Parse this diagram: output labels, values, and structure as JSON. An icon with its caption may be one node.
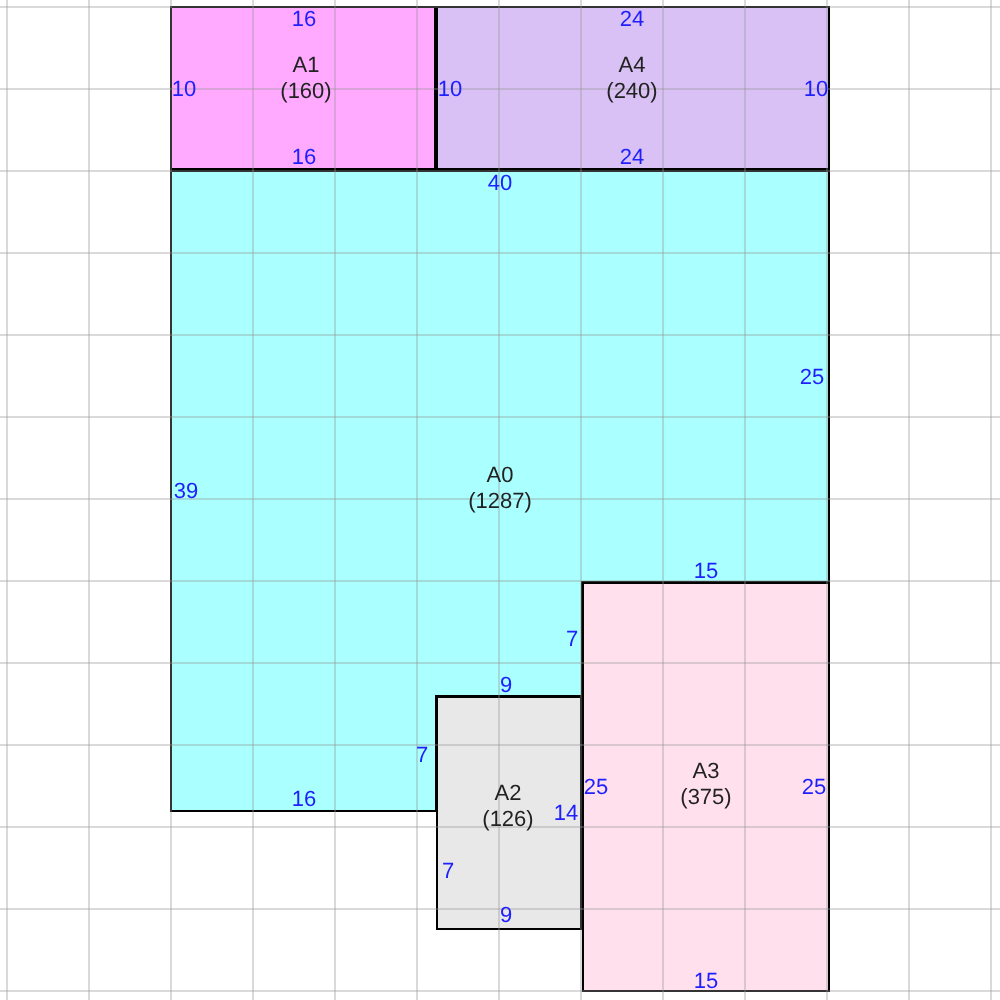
{
  "diagram": {
    "nodes": [
      {
        "text": [
          "A1",
          "(160)",
          "16",
          "10",
          "16"
        ]
      },
      {
        "text": [
          "A4",
          "(240)",
          "24",
          "10",
          "24",
          "10"
        ]
      },
      {
        "text": [
          "A0",
          "(1287)",
          "40",
          "25",
          "39",
          "15",
          "7",
          "9",
          "7",
          "16"
        ]
      },
      {
        "text": [
          "A2",
          "(126)",
          "7",
          "14",
          "9"
        ]
      },
      {
        "text": [
          "A3",
          "(375)",
          "25",
          "25",
          "15"
        ]
      }
    ]
  }
}
